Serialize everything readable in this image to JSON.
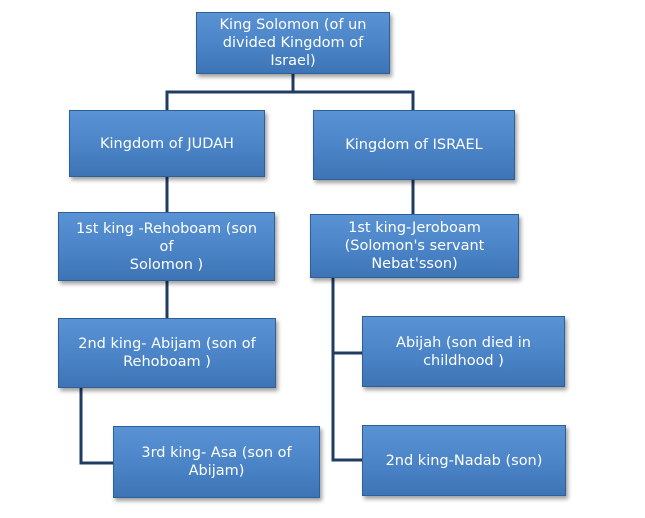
{
  "diagram": {
    "root": {
      "label": "King Solomon (of un\ndivided Kingdom of Israel)"
    },
    "judah": {
      "label": "Kingdom of JUDAH",
      "kings": [
        {
          "label": "1st king -Rehoboam  (son of\nSolomon )"
        },
        {
          "label": "2nd king- Abijam  (son of\nRehoboam )"
        },
        {
          "label": "3rd king- Asa (son of\nAbijam)"
        }
      ]
    },
    "israel": {
      "label": "Kingdom of ISRAEL",
      "first_king": {
        "label": "1st king-Jeroboam\n(Solomon's servant\nNebat'sson)"
      },
      "sons": [
        {
          "label": "Abijah (son died in\nchildhood )"
        },
        {
          "label": "2nd king-Nadab (son)"
        }
      ]
    },
    "colors": {
      "box_fill": "#4a84c7",
      "box_border": "#2f5f97",
      "connector": "#1f3c63",
      "text": "#ffffff"
    }
  }
}
